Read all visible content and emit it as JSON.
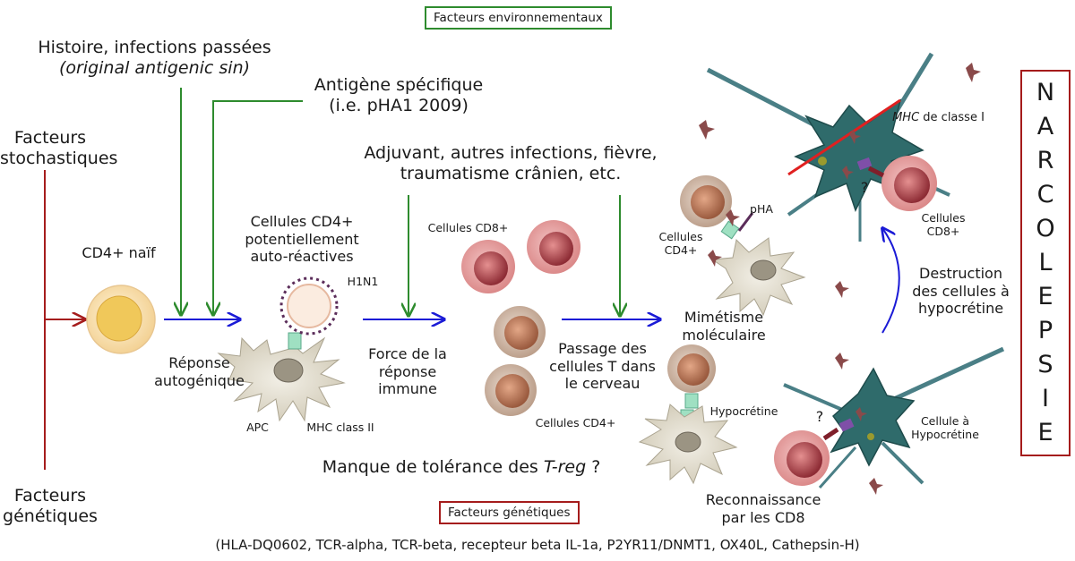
{
  "boxes": {
    "env_factors": "Facteurs environnementaux",
    "gen_factors": "Facteurs génétiques"
  },
  "labels": {
    "history_line1": "Histoire, infections passées",
    "history_line2": "(original antigenic sin)",
    "antigen_line1": "Antigène spécifique",
    "antigen_line2": "(i.e. pHA1 2009)",
    "stochastic_line1": "Facteurs",
    "stochastic_line2": "stochastiques",
    "adjuvant_line1": "Adjuvant, autres infections, fièvre,",
    "adjuvant_line2": "traumatisme crânien, etc.",
    "cd4_naive": "CD4+ naïf",
    "cd4_auto_line1": "Cellules CD4+",
    "cd4_auto_line2": "potentiellement",
    "cd4_auto_line3": "auto-réactives",
    "h1n1": "H1N1",
    "auto_response_line1": "Réponse",
    "auto_response_line2": "autogénique",
    "apc": "APC",
    "mhc2": "MHC class II",
    "cd8_cells": "Cellules CD8+",
    "force_line1": "Force de la",
    "force_line2": "réponse",
    "force_line3": "immune",
    "passage_line1": "Passage des",
    "passage_line2": "cellules T dans",
    "passage_line3": "le cerveau",
    "cd4_cells_bottom": "Cellules CD4+",
    "cd4_cells_top_line1": "Cellules",
    "cd4_cells_top_line2": "CD4+",
    "pha": "pHA",
    "mimicry_line1": "Mimétisme",
    "mimicry_line2": "moléculaire",
    "mhc1": "MHC de classe I",
    "cd8_top_line1": "Cellules",
    "cd8_top_line2": "CD8+",
    "question_top": "?",
    "question_bottom": "?",
    "destruction_line1": "Destruction",
    "destruction_line2": "des cellules à",
    "destruction_line3": "hypocrétine",
    "hypocretin": "Hypocrétine",
    "hypocretin_cell_line1": "Cellule à",
    "hypocretin_cell_line2": "Hypocrétine",
    "recognition_line1": "Reconnaissance",
    "recognition_line2": "par les CD8",
    "treg": "Manque de tolérance des T-reg ?",
    "genetics_factors_line1": "Facteurs",
    "genetics_factors_line2": "génétiques",
    "genes": "(HLA-DQ0602, TCR-alpha, TCR-beta, recepteur beta IL-1a, P2YR11/DNMT1, OX40L, Cathepsin-H)"
  },
  "narcolepsy_letters": [
    "N",
    "A",
    "R",
    "C",
    "O",
    "L",
    "E",
    "P",
    "S",
    "I",
    "E"
  ],
  "colors": {
    "blue_arrow": "#1a1ad6",
    "green_arrow": "#2e8b2e",
    "red_line": "#a51c1c",
    "neuron": "#2f6b6b",
    "apc": "#d9d4c4",
    "cd8_cell": "#d98c8c",
    "cd4_cell": "#c9a38a",
    "naive_cell": "#f5d9a3"
  },
  "icons": [
    "cell-icon",
    "apc-icon",
    "neuron-icon",
    "virus-icon",
    "antigen-icon"
  ]
}
